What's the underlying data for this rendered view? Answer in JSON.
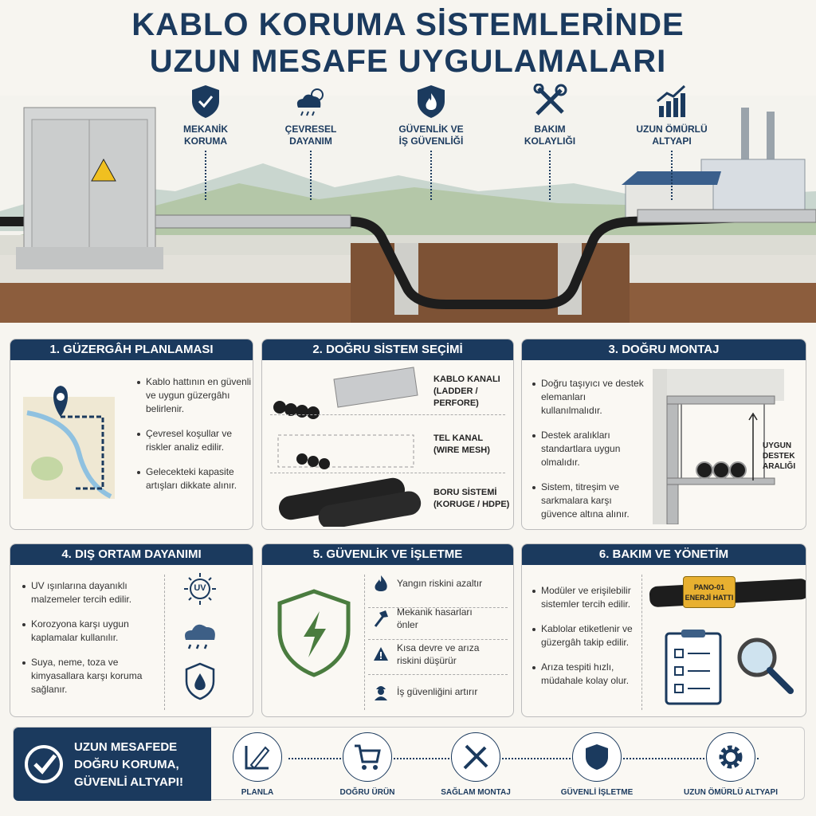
{
  "title": {
    "line1": "KABLO KORUMA SİSTEMLERİNDE",
    "line2": "UZUN MESAFE UYGULAMALARI"
  },
  "features": [
    {
      "icon": "shield-check-icon",
      "line1": "MEKANİK",
      "line2": "KORUMA"
    },
    {
      "icon": "weather-icon",
      "line1": "ÇEVRESEL",
      "line2": "DAYANIM"
    },
    {
      "icon": "shield-fire-icon",
      "line1": "GÜVENLİK VE",
      "line2": "İŞ GÜVENLİĞİ"
    },
    {
      "icon": "tools-icon",
      "line1": "BAKIM",
      "line2": "KOLAYLIĞI"
    },
    {
      "icon": "growth-chart-icon",
      "line1": "UZUN ÖMÜRLÜ",
      "line2": "ALTYAPI"
    }
  ],
  "panels": {
    "p1": {
      "title": "1. GÜZERGÂH PLANLAMASI",
      "bullets": [
        "Kablo hattının en güvenli ve uygun güzergâhı belirlenir.",
        "Çevresel koşullar ve riskler analiz edilir.",
        "Gelecekteki kapasite artışları dikkate alınır."
      ]
    },
    "p2": {
      "title": "2. DOĞRU SİSTEM SEÇİMİ",
      "items": [
        {
          "line1": "KABLO KANALI",
          "line2": "(LADDER /",
          "line3": "PERFORE)"
        },
        {
          "line1": "TEL KANAL",
          "line2": "(WIRE MESH)"
        },
        {
          "line1": "BORU SİSTEMİ",
          "line2": "(KORUGE / HDPE)"
        }
      ]
    },
    "p3": {
      "title": "3. DOĞRU MONTAJ",
      "bullets": [
        "Doğru taşıyıcı ve destek elemanları kullanılmalıdır.",
        "Destek aralıkları standartlara uygun olmalıdır.",
        "Sistem, titreşim ve sarkmalara karşı güvence altına alınır."
      ],
      "label": {
        "line1": "UYGUN",
        "line2": "DESTEK",
        "line3": "ARALIĞI"
      }
    },
    "p4": {
      "title": "4. DIŞ ORTAM DAYANIMI",
      "bullets": [
        "UV ışınlarına dayanıklı malzemeler tercih edilir.",
        "Korozyona karşı uygun kaplamalar kullanılır.",
        "Suya, neme, toza ve kimyasallara karşı koruma sağlanır."
      ],
      "uv": "UV"
    },
    "p5": {
      "title": "5. GÜVENLİK VE İŞLETME",
      "items": [
        {
          "icon": "fire-icon",
          "line1": "Yangın riskini azaltır"
        },
        {
          "icon": "hammer-icon",
          "line1": "Mekanik hasarları",
          "line2": "önler"
        },
        {
          "icon": "warning-icon",
          "line1": "Kısa devre ve arıza",
          "line2": "riskini düşürür"
        },
        {
          "icon": "worker-icon",
          "line1": "İş güvenliğini artırır"
        }
      ]
    },
    "p6": {
      "title": "6. BAKIM VE YÖNETİM",
      "bullets": [
        "Modüler ve erişilebilir sistemler tercih edilir.",
        "Kablolar etiketlenir ve güzergâh takip edilir.",
        "Arıza tespiti hızlı, müdahale kolay olur."
      ],
      "tag": {
        "line1": "PANO-01",
        "line2": "ENERJİ HATTI"
      }
    }
  },
  "banner": {
    "line1": "UZUN MESAFEDE",
    "line2": "DOĞRU KORUMA,",
    "line3": "GÜVENLİ ALTYAPI!",
    "steps": [
      {
        "icon": "ruler-pencil-icon",
        "label": "PLANLA"
      },
      {
        "icon": "cart-icon",
        "label": "DOĞRU ÜRÜN"
      },
      {
        "icon": "tools-icon",
        "label": "SAĞLAM MONTAJ"
      },
      {
        "icon": "shield-icon",
        "label": "GÜVENLİ İŞLETME"
      },
      {
        "icon": "gear-icon",
        "label": "UZUN ÖMÜRLÜ ALTYAPI"
      }
    ]
  },
  "colors": {
    "navy": "#1b3a5e",
    "green": "#4a7c3f",
    "soil": "#8a5a3a",
    "tag": "#e8b030"
  }
}
